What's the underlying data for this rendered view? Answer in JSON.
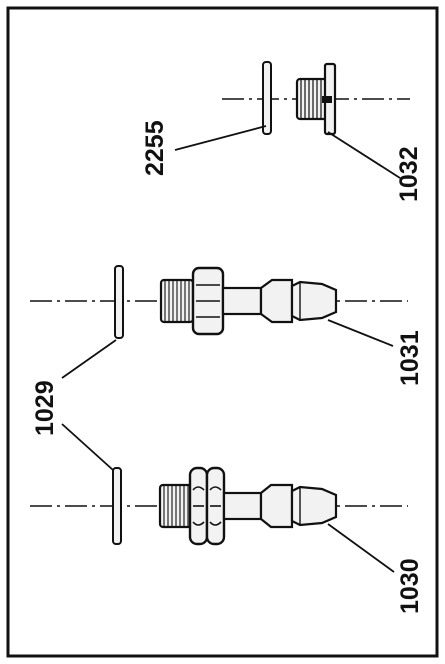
{
  "diagram": {
    "labels": {
      "washer_top_right": "2255",
      "plug_top_right": "1032",
      "washer_shared": "1029",
      "hose_tail_nut": "1031",
      "hose_tail_double_nut": "1030"
    },
    "colors": {
      "ink": "#111111",
      "paper": "#ffffff",
      "part_fill": "#f2f2f2"
    }
  }
}
